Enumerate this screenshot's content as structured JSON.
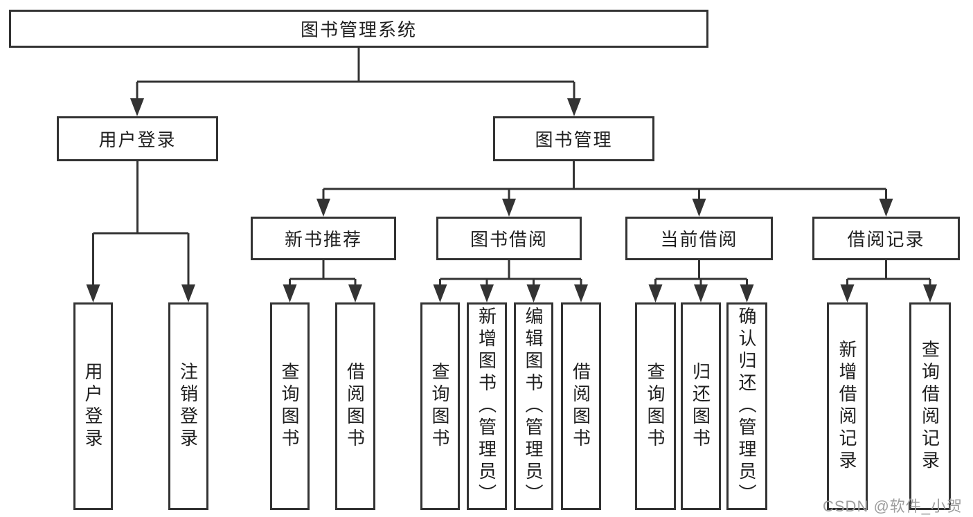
{
  "nodes": {
    "root": {
      "label": "图书管理系统"
    },
    "user_login": {
      "label": "用户登录"
    },
    "book_mgmt": {
      "label": "图书管理"
    },
    "login": {
      "label": "用户登录"
    },
    "logout": {
      "label": "注销登录"
    },
    "new_book_rec": {
      "label": "新书推荐"
    },
    "book_borrow": {
      "label": "图书借阅"
    },
    "current_borrow": {
      "label": "当前借阅"
    },
    "borrow_record": {
      "label": "借阅记录"
    },
    "nb_query": {
      "label": "查询图书"
    },
    "nb_borrow": {
      "label": "借阅图书"
    },
    "bb_query": {
      "label": "查询图书"
    },
    "bb_add": {
      "label": "新增图书（管理员）"
    },
    "bb_edit": {
      "label": "编辑图书（管理员）"
    },
    "bb_borrow": {
      "label": "借阅图书"
    },
    "cb_query": {
      "label": "查询图书"
    },
    "cb_return": {
      "label": "归还图书"
    },
    "cb_confirm": {
      "label": "确认归还（管理员）"
    },
    "br_add": {
      "label": "新增借阅记录"
    },
    "br_query": {
      "label": "查询借阅记录"
    }
  },
  "watermark": "CSDN @软件_小贺同学",
  "colors": {
    "line": "#333333",
    "text": "#1f1f1f",
    "watermark": "#9e9e9e",
    "background": "#ffffff"
  }
}
